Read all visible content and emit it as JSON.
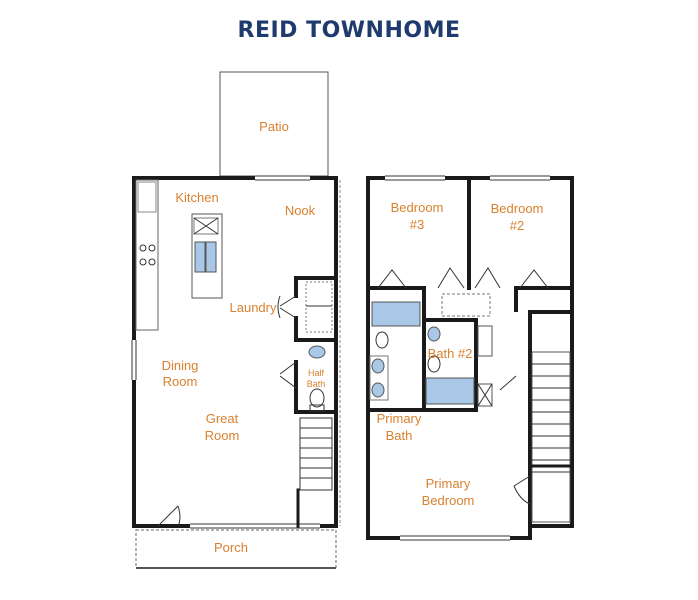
{
  "title": "REID TOWNHOME",
  "colors": {
    "title": "#1f3b6e",
    "labels": "#d9812f",
    "walls": "#1a1a1a",
    "fixtures": "#a9c7e6"
  },
  "first_floor": {
    "patio": "Patio",
    "kitchen": "Kitchen",
    "nook": "Nook",
    "laundry": "Laundry",
    "dining_room": [
      "Dining",
      "Room"
    ],
    "half_bath": [
      "Half",
      "Bath"
    ],
    "great_room": [
      "Great",
      "Room"
    ],
    "porch": "Porch"
  },
  "second_floor": {
    "bedroom3": [
      "Bedroom",
      "#3"
    ],
    "bedroom2": [
      "Bedroom",
      "#2"
    ],
    "bath2": "Bath #2",
    "primary_bath": [
      "Primary",
      "Bath"
    ],
    "primary_bedroom": [
      "Primary",
      "Bedroom"
    ]
  }
}
